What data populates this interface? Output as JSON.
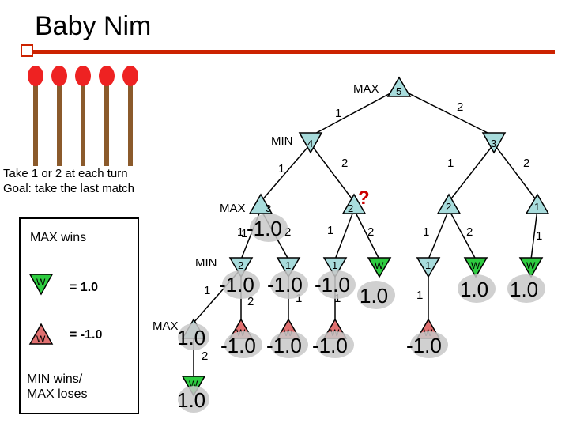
{
  "title": "Baby Nim",
  "instructions": [
    "Take 1 or 2 at each turn",
    "Goal: take the last match"
  ],
  "legend": {
    "title": "MAX wins",
    "max_win_label": "= 1.0",
    "min_win_label": "= -1.0",
    "footer": [
      "MIN wins/",
      "MAX loses"
    ],
    "w": "W"
  },
  "colors": {
    "match_head": "#ee2222",
    "match_stick": "#8b5a2b",
    "accent": "#cc2200",
    "win_green": "#2ecc40",
    "lose_red": "#e07070",
    "node_blue": "#a8dcdc",
    "value_bg": "#c8c8c8"
  },
  "matches": {
    "count": 5
  },
  "tree": {
    "levels": [
      "MAX",
      "MIN",
      "MAX",
      "MIN",
      "MAX"
    ],
    "root": "5",
    "edges": [
      "1",
      "2",
      "1",
      "2",
      "1",
      "2",
      "1",
      "2",
      "1",
      "2",
      "1",
      "2",
      "1",
      "1",
      "2",
      "1",
      "1",
      "1",
      "2",
      "1"
    ],
    "nodes": {
      "n4": "4",
      "n3": "3",
      "n3a": "3",
      "n2a": "2",
      "n2b": "2",
      "n1a": "1",
      "n2c": "2",
      "n1b": "1",
      "n1c": "1",
      "n1d": "1"
    },
    "w": "W",
    "question": "?",
    "values": {
      "v_a": "-1.0",
      "v_b": "-1.0",
      "v_c": "-1.0",
      "v_d": "-1.0",
      "v_e": "1.0",
      "v_f": "1.0",
      "v_g": "1.0",
      "v_h": "1.0",
      "v_i": "-1.0",
      "v_j": "-1.0",
      "v_k": "-1.0",
      "v_l": "-1.0",
      "v_m": "1.0"
    }
  }
}
